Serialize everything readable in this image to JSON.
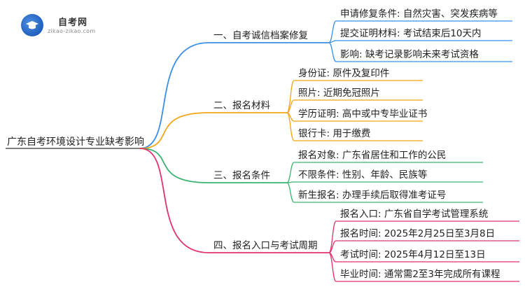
{
  "logo": {
    "title": "自考网",
    "url": "zikao-zikao.com"
  },
  "root": {
    "label": "广东自考环境设计专业缺考影响",
    "color": "#333333"
  },
  "branches": [
    {
      "label": "一、自考诚信档案修复",
      "color": "#3a8ee6",
      "leaves": [
        "申请修复条件: 自然灾害、突发疾病等",
        "提交证明材料: 考试结束后10天内",
        "影响: 缺考记录影响未来考试资格"
      ]
    },
    {
      "label": "二、报名材料",
      "color": "#f2a516",
      "leaves": [
        "身份证: 原件及复印件",
        "照片: 近期免冠照片",
        "学历证明: 高中或中专毕业证书",
        "银行卡: 用于缴费"
      ]
    },
    {
      "label": "三、报名条件",
      "color": "#3cb371",
      "leaves": [
        "报名对象: 广东省居住和工作的公民",
        "不限条件: 性别、年龄、民族等",
        "新生报名: 办理手续后取得准考证号"
      ]
    },
    {
      "label": "四、报名入口与考试周期",
      "color": "#e0336f",
      "leaves": [
        "报名入口: 广东省自学考试管理系统",
        "报名时间: 2025年2月25日至3月8日",
        "考试时间: 2025年4月12日至13日",
        "毕业时间: 通常需2至3年完成所有课程"
      ]
    }
  ]
}
